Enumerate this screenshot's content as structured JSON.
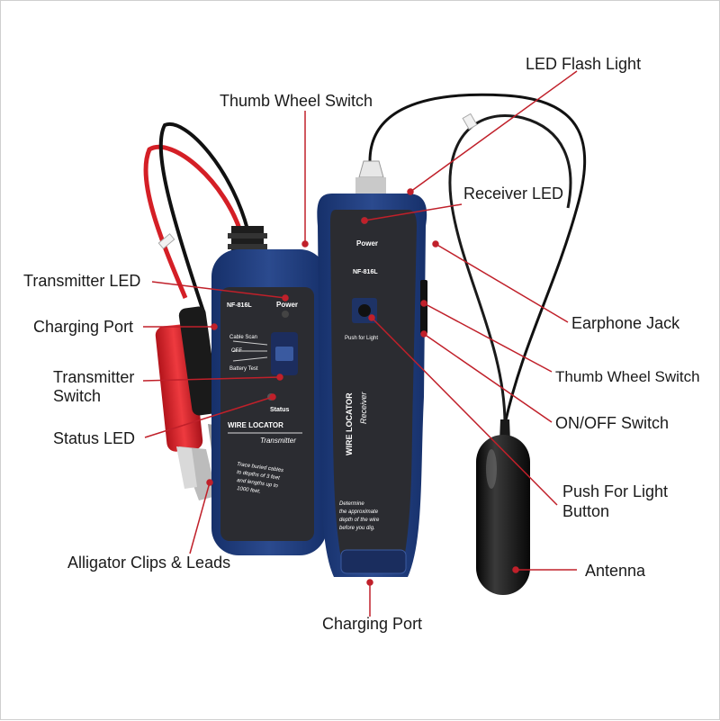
{
  "callouts": {
    "led_flash_light": "LED Flash Light",
    "thumb_wheel_top": "Thumb Wheel Switch",
    "receiver_led": "Receiver  LED",
    "transmitter_led": "Transmitter LED",
    "charging_port_left": "Charging Port",
    "earphone_jack": "Earphone Jack",
    "transmitter_switch_1": "Transmitter",
    "transmitter_switch_2": "Switch",
    "thumb_wheel_right": "Thumb Wheel Switch",
    "on_off_switch": "ON/OFF Switch",
    "status_led": "Status LED",
    "push_for_light_1": "Push  For Light",
    "push_for_light_2": "Button",
    "alligator_clips": "Alligator Clips &  Leads",
    "antenna": "Antenna",
    "charging_port_bottom": "Charging Port"
  },
  "transmitter": {
    "model": "NF-816L",
    "power": "Power",
    "cable_scan": "Cable Scan",
    "off": "OFF",
    "battery_test": "Battery Test",
    "status": "Status",
    "title": "WIRE LOCATOR",
    "subtitle": "Transmitter",
    "desc_1": "Trace buried cables",
    "desc_2": "to depths of 3 feet",
    "desc_3": "and lengths up to",
    "desc_4": "1000 feet."
  },
  "receiver": {
    "power": "Power",
    "model": "NF-816L",
    "push_for_light": "Push for Light",
    "title": "WIRE LOCATOR",
    "subtitle": "Receiver",
    "desc_1": "Determine",
    "desc_2": "the approximate",
    "desc_3": "depth of the wire",
    "desc_4": "before you dig."
  },
  "colors": {
    "device_blue": "#1f3a78",
    "panel_dark": "#2a2a2e",
    "leader_red": "#c0202a",
    "clip_red": "#d81e26"
  }
}
